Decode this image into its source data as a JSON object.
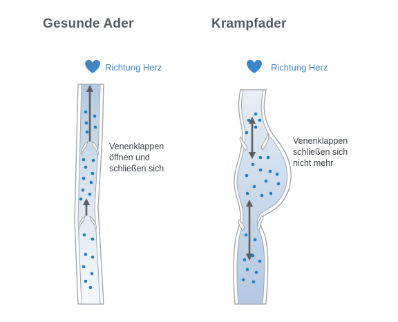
{
  "healthy": {
    "title": "Gesunde Ader",
    "direction": "Richtung Herz",
    "note": [
      "Venenklappen",
      "öffnen und",
      "schließen sich"
    ]
  },
  "varicose": {
    "title": "Krampfader",
    "direction": "Richtung Herz",
    "note": [
      "Venenklappen",
      "schließen sich",
      "nicht mehr"
    ]
  },
  "colors": {
    "heart": "#3d86c6",
    "dot": "#1f7fb8",
    "vein_wall": "#9ea6ae",
    "vein_fill": "#c9d9ea",
    "arrow": "#5b5f63"
  },
  "icons": [
    "heart-icon",
    "arrow-up-icon",
    "arrow-down-icon",
    "arrow-bidirectional-icon"
  ]
}
